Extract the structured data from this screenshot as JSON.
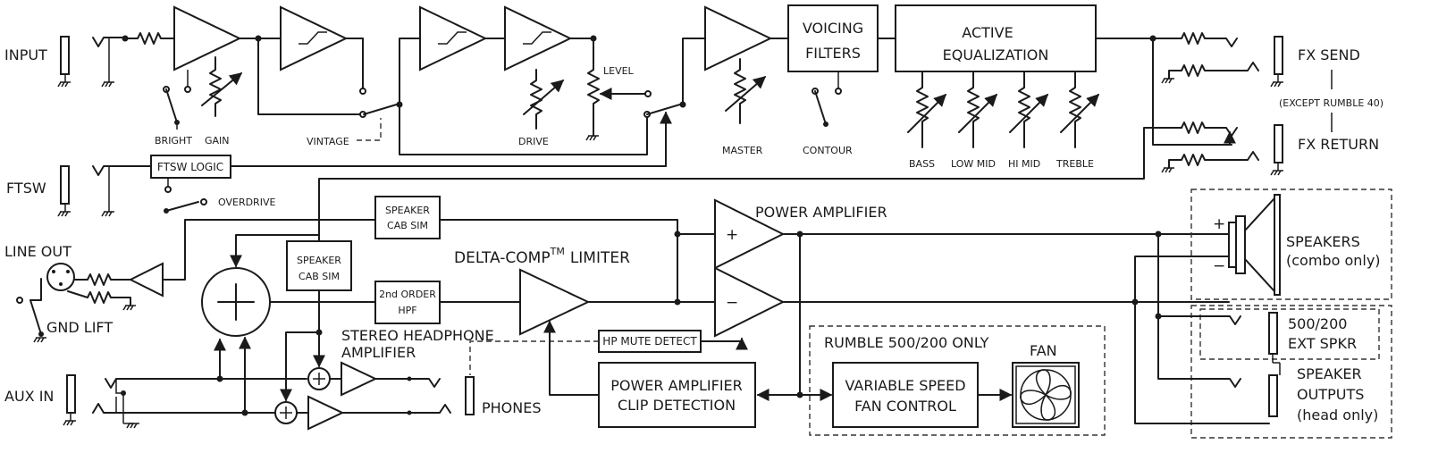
{
  "inputs": {
    "input": "INPUT",
    "ftsw": "FTSW",
    "line_out": "LINE OUT",
    "gnd_lift": "GND LIFT",
    "aux_in": "AUX IN",
    "phones": "PHONES"
  },
  "controls": {
    "bright": "BRIGHT",
    "gain": "GAIN",
    "vintage": "VINTAGE",
    "drive": "DRIVE",
    "level": "LEVEL",
    "master": "MASTER",
    "contour": "CONTOUR",
    "overdrive": "OVERDRIVE",
    "bass": "BASS",
    "low_mid": "LOW MID",
    "hi_mid": "HI MID",
    "treble": "TREBLE"
  },
  "blocks": {
    "voicing_1": "VOICING",
    "voicing_2": "FILTERS",
    "eq_1": "ACTIVE",
    "eq_2": "EQUALIZATION",
    "ftsw_logic": "FTSW LOGIC",
    "cab_sim_top_1": "SPEAKER",
    "cab_sim_top_2": "CAB SIM",
    "cab_sim_mid_1": "SPEAKER",
    "cab_sim_mid_2": "CAB SIM",
    "hpf_1": "2nd ORDER",
    "hpf_2": "HPF",
    "limiter": "DELTA-COMP",
    "limiter_tm": "TM",
    "limiter_suffix": "LIMITER",
    "power_amp": "POWER AMPLIFIER",
    "plus_sign": "+",
    "minus_sign": "−",
    "hp_amp_1": "STEREO HEADPHONE",
    "hp_amp_2": "AMPLIFIER",
    "hp_mute": "HP MUTE DETECT",
    "clip_1": "POWER AMPLIFIER",
    "clip_2": "CLIP DETECTION",
    "rumble_only": "RUMBLE 500/200 ONLY",
    "fan_ctrl_1": "VARIABLE SPEED",
    "fan_ctrl_2": "FAN CONTROL",
    "fan": "FAN"
  },
  "outputs": {
    "fx_send": "FX SEND",
    "fx_note": "(EXCEPT RUMBLE 40)",
    "fx_return": "FX RETURN",
    "speakers_1": "SPEAKERS",
    "speakers_2": "(combo only)",
    "spk_plus": "+",
    "spk_minus": "−",
    "ext_1": "500/200",
    "ext_2": "EXT SPKR",
    "spk_out_1": "SPEAKER",
    "spk_out_2": "OUTPUTS",
    "spk_out_3": "(head only)"
  }
}
